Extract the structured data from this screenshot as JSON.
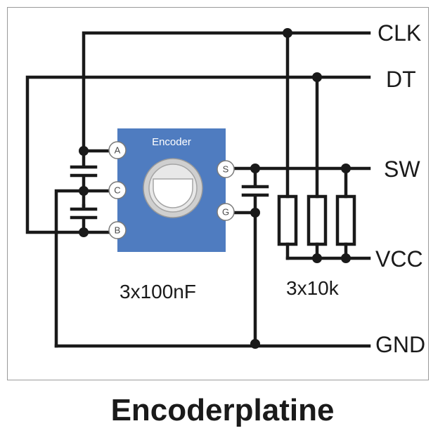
{
  "caption": "Encoderplatine",
  "module": {
    "name": "Encoder",
    "color": "#4f7cc0",
    "knob_color": "#d4d4d4",
    "pins": [
      {
        "id": "A"
      },
      {
        "id": "C"
      },
      {
        "id": "B"
      },
      {
        "id": "S"
      },
      {
        "id": "G"
      }
    ]
  },
  "nets": {
    "clk": "CLK",
    "dt": "DT",
    "sw": "SW",
    "vcc": "VCC",
    "gnd": "GND"
  },
  "components": {
    "capacitors_label": "3x100nF",
    "resistors_label": "3x10k"
  },
  "colors": {
    "wire": "#1a1a1a",
    "frame": "#9a9a9a"
  }
}
